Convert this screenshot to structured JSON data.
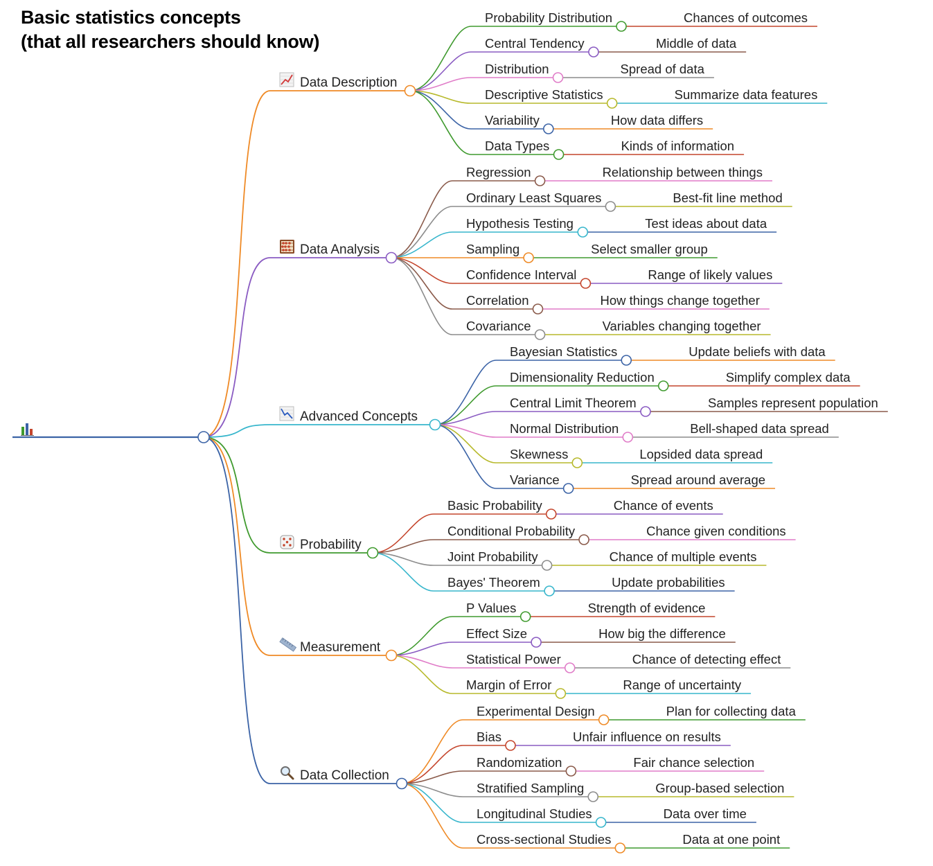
{
  "title": {
    "line1": "Basic statistics concepts",
    "line2": "(that all researchers should know)"
  },
  "root": {
    "icon": "bar-chart-icon",
    "color": "#3b63a6"
  },
  "branches": [
    {
      "label": "Data Description",
      "icon": "trend-up-chart-icon",
      "color": "#ef8a26",
      "children": [
        {
          "label": "Probability Distribution",
          "color": "#3f9a2e",
          "leaf": "Chances of outcomes",
          "leaf_color": "#c4452c"
        },
        {
          "label": "Central Tendency",
          "color": "#8a5bc2",
          "leaf": "Middle of data",
          "leaf_color": "#8a5a4a"
        },
        {
          "label": "Distribution",
          "color": "#e07cc8",
          "leaf": "Spread of data",
          "leaf_color": "#8c8c8c"
        },
        {
          "label": "Descriptive Statistics",
          "color": "#b7b92b",
          "leaf": "Summarize data features",
          "leaf_color": "#37b6cc"
        },
        {
          "label": "Variability",
          "color": "#3b63a6",
          "leaf": "How data differs",
          "leaf_color": "#ef8a26"
        },
        {
          "label": "Data Types",
          "color": "#3f9a2e",
          "leaf": "Kinds of information",
          "leaf_color": "#c4452c"
        }
      ]
    },
    {
      "label": "Data Analysis",
      "icon": "abacus-icon",
      "color": "#8a5bc2",
      "children": [
        {
          "label": "Regression",
          "color": "#8a5a4a",
          "leaf": "Relationship between things",
          "leaf_color": "#e07cc8"
        },
        {
          "label": "Ordinary Least Squares",
          "color": "#8c8c8c",
          "leaf": "Best-fit line method",
          "leaf_color": "#b7b92b"
        },
        {
          "label": "Hypothesis Testing",
          "color": "#37b6cc",
          "leaf": "Test ideas about data",
          "leaf_color": "#3b63a6"
        },
        {
          "label": "Sampling",
          "color": "#ef8a26",
          "leaf": "Select smaller group",
          "leaf_color": "#3f9a2e"
        },
        {
          "label": "Confidence Interval",
          "color": "#c4452c",
          "leaf": "Range of likely values",
          "leaf_color": "#8a5bc2"
        },
        {
          "label": "Correlation",
          "color": "#8a5a4a",
          "leaf": "How things change together",
          "leaf_color": "#e07cc8"
        },
        {
          "label": "Covariance",
          "color": "#8c8c8c",
          "leaf": "Variables changing together",
          "leaf_color": "#b7b92b"
        }
      ]
    },
    {
      "label": "Advanced Concepts",
      "icon": "trend-down-chart-icon",
      "color": "#37b6cc",
      "children": [
        {
          "label": "Bayesian Statistics",
          "color": "#3b63a6",
          "leaf": "Update beliefs with data",
          "leaf_color": "#ef8a26"
        },
        {
          "label": "Dimensionality Reduction",
          "color": "#3f9a2e",
          "leaf": "Simplify complex data",
          "leaf_color": "#c4452c"
        },
        {
          "label": "Central Limit Theorem",
          "color": "#8a5bc2",
          "leaf": "Samples represent population",
          "leaf_color": "#8a5a4a"
        },
        {
          "label": "Normal Distribution",
          "color": "#e07cc8",
          "leaf": "Bell-shaped data spread",
          "leaf_color": "#8c8c8c"
        },
        {
          "label": "Skewness",
          "color": "#b7b92b",
          "leaf": "Lopsided data spread",
          "leaf_color": "#37b6cc"
        },
        {
          "label": "Variance",
          "color": "#3b63a6",
          "leaf": "Spread around average",
          "leaf_color": "#ef8a26"
        }
      ]
    },
    {
      "label": "Probability",
      "icon": "dice-icon",
      "color": "#3f9a2e",
      "children": [
        {
          "label": "Basic Probability",
          "color": "#c4452c",
          "leaf": "Chance of events",
          "leaf_color": "#8a5bc2"
        },
        {
          "label": "Conditional Probability",
          "color": "#8a5a4a",
          "leaf": "Chance given conditions",
          "leaf_color": "#e07cc8"
        },
        {
          "label": "Joint Probability",
          "color": "#8c8c8c",
          "leaf": "Chance of multiple events",
          "leaf_color": "#b7b92b"
        },
        {
          "label": "Bayes' Theorem",
          "color": "#37b6cc",
          "leaf": "Update probabilities",
          "leaf_color": "#3b63a6"
        }
      ]
    },
    {
      "label": "Measurement",
      "icon": "ruler-icon",
      "color": "#ef8a26",
      "children": [
        {
          "label": "P Values",
          "color": "#3f9a2e",
          "leaf": "Strength of evidence",
          "leaf_color": "#c4452c"
        },
        {
          "label": "Effect Size",
          "color": "#8a5bc2",
          "leaf": "How big the difference",
          "leaf_color": "#8a5a4a"
        },
        {
          "label": "Statistical Power",
          "color": "#e07cc8",
          "leaf": "Chance of detecting effect",
          "leaf_color": "#8c8c8c"
        },
        {
          "label": "Margin of Error",
          "color": "#b7b92b",
          "leaf": "Range of uncertainty",
          "leaf_color": "#37b6cc"
        }
      ]
    },
    {
      "label": "Data Collection",
      "icon": "magnifier-icon",
      "color": "#3b63a6",
      "children": [
        {
          "label": "Experimental Design",
          "color": "#ef8a26",
          "leaf": "Plan for collecting data",
          "leaf_color": "#3f9a2e"
        },
        {
          "label": "Bias",
          "color": "#c4452c",
          "leaf": "Unfair influence on results",
          "leaf_color": "#8a5bc2"
        },
        {
          "label": "Randomization",
          "color": "#8a5a4a",
          "leaf": "Fair chance selection",
          "leaf_color": "#e07cc8"
        },
        {
          "label": "Stratified Sampling",
          "color": "#8c8c8c",
          "leaf": "Group-based selection",
          "leaf_color": "#b7b92b"
        },
        {
          "label": "Longitudinal Studies",
          "color": "#37b6cc",
          "leaf": "Data over time",
          "leaf_color": "#3b63a6"
        },
        {
          "label": "Cross-sectional Studies",
          "color": "#ef8a26",
          "leaf": "Data at one point",
          "leaf_color": "#3f9a2e"
        }
      ]
    }
  ]
}
